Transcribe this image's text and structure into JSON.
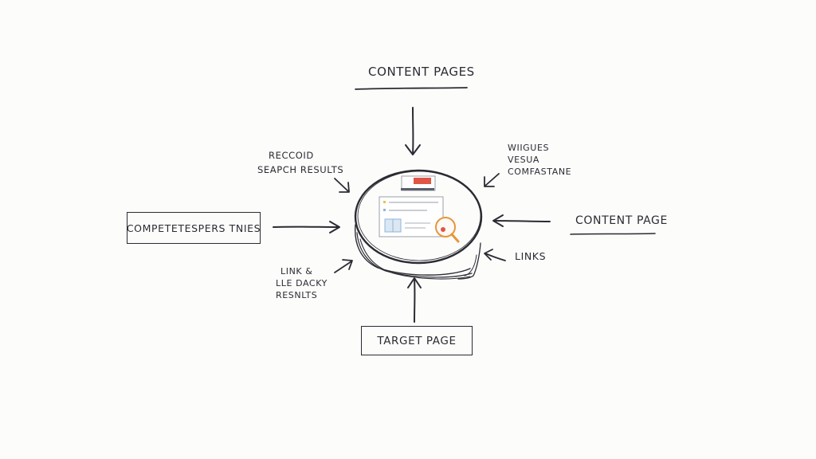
{
  "nodes": {
    "top": "Content Pages",
    "left": "Competetespers Tnies",
    "right": "Content Page",
    "bottom": "Target Page"
  },
  "annotations": {
    "upper_left": [
      "Reccoid",
      "Seapch Results"
    ],
    "upper_right": [
      "Wiigues",
      "Vesua",
      "Comfastane"
    ],
    "lower_left": [
      "Link &",
      "Lle Dacky",
      "Resnlts"
    ],
    "lower_right": "Links"
  },
  "colors": {
    "ink": "#2b2b33",
    "accent_red": "#e05545",
    "accent_orange": "#e8953a",
    "accent_blue": "#8fb5d8",
    "accent_yellow": "#e9c34a"
  },
  "icons": {
    "center": "database-cylinder-icon",
    "center_overlay": "search-results-magnifier-icon"
  }
}
